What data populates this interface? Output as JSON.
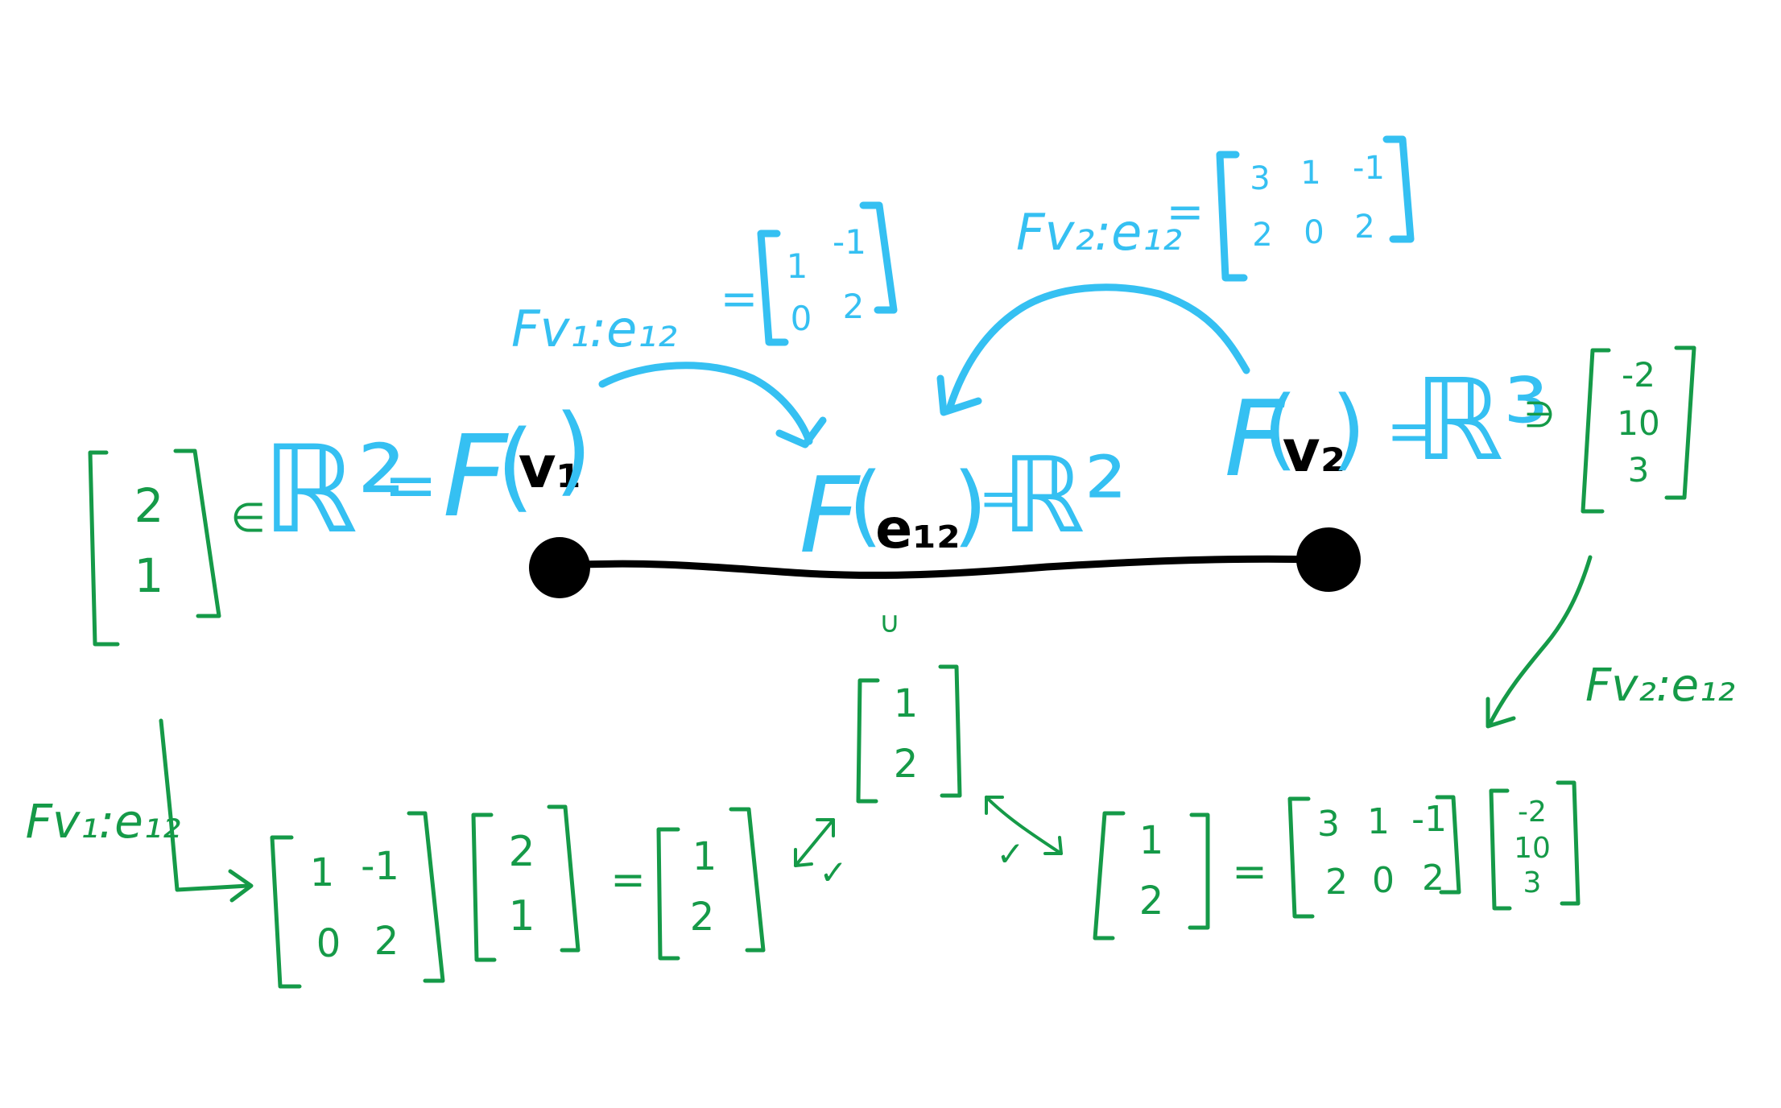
{
  "colors": {
    "blue": "#35c0f2",
    "green": "#159a48",
    "black": "#000000"
  },
  "graph": {
    "v1_label": "v₁",
    "v2_label": "v₂",
    "edge_label": "e₁₂"
  },
  "stalks": {
    "v1": {
      "func": "F",
      "equals": "=",
      "space": "ℝ²",
      "element_of": "∈",
      "vector": [
        "2",
        "1"
      ]
    },
    "v2": {
      "func": "F",
      "equals": "=",
      "space": "ℝ³",
      "contains": "∋",
      "vector": [
        "-2",
        "10",
        "3"
      ]
    },
    "e12": {
      "func": "F",
      "equals": "=",
      "space": "ℝ²",
      "contains": "∪",
      "vector": [
        "1",
        "2"
      ]
    }
  },
  "restriction_maps": {
    "v1_e12": {
      "label": "Fv₁:e₁₂",
      "equals": "=",
      "matrix": [
        [
          "1",
          "-1"
        ],
        [
          "0",
          "2"
        ]
      ]
    },
    "v2_e12": {
      "label": "Fv₂:e₁₂",
      "equals": "=",
      "matrix": [
        [
          "3",
          "1",
          "-1"
        ],
        [
          "2",
          "0",
          "2"
        ]
      ]
    }
  },
  "computations": {
    "left": {
      "label": "Fv₁:e₁₂",
      "matrix": [
        [
          "1",
          "-1"
        ],
        [
          "0",
          "2"
        ]
      ],
      "vector": [
        "2",
        "1"
      ],
      "equals": "=",
      "result": [
        "1",
        "2"
      ]
    },
    "right": {
      "label": "Fv₂:e₁₂",
      "result": [
        "1",
        "2"
      ],
      "equals": "=",
      "matrix": [
        [
          "3",
          "1",
          "-1"
        ],
        [
          "2",
          "0",
          "2"
        ]
      ],
      "vector": [
        "-2",
        "10",
        "3"
      ]
    },
    "check_mark": "✓"
  }
}
